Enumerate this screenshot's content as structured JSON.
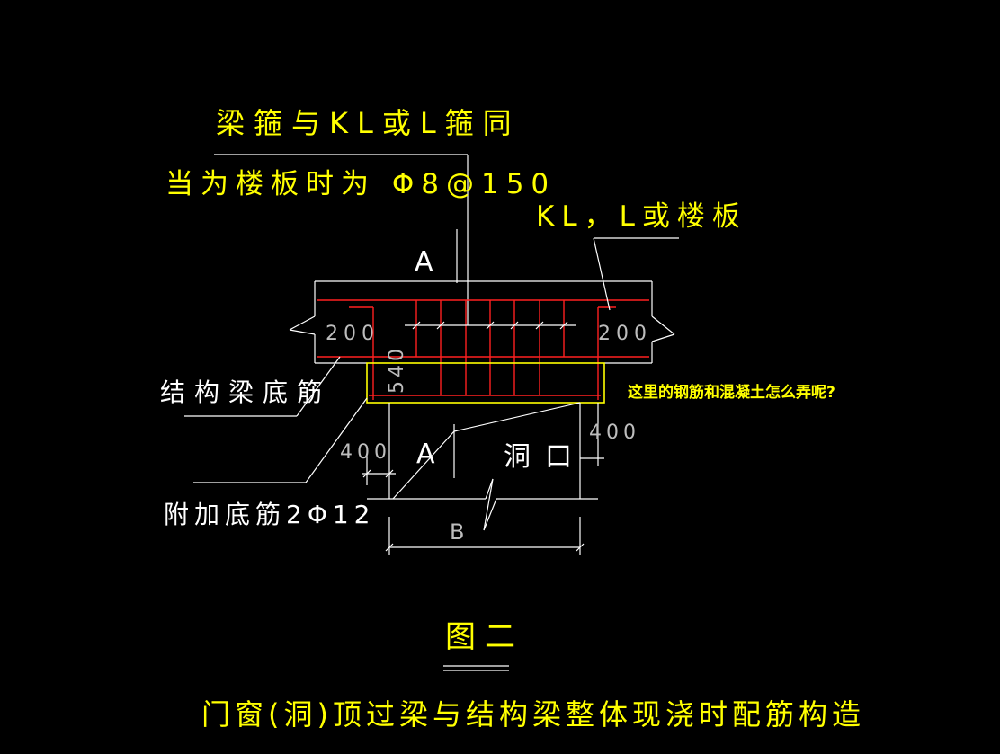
{
  "labels": {
    "stirrup_line1": "梁箍与KL或L箍同",
    "stirrup_line2": "当为楼板时为 Φ8@150",
    "kl_label": "KL，L或楼板",
    "section_a_top": "A",
    "section_a_bottom": "A",
    "dim_200_left": "200",
    "dim_200_right": "200",
    "dim_540": "540",
    "bottom_bar_label": "结构梁底筋",
    "extra_bar_label": "附加底筋2Φ12",
    "question": "这里的钢筋和混凝土怎么弄呢?",
    "opening": "洞口",
    "dim_400_left": "400",
    "dim_400_right": "400",
    "span_b": "B",
    "figure_number": "图二",
    "caption": "门窗(洞)顶过梁与结构梁整体现浇时配筋构造"
  },
  "colors": {
    "background": "#000000",
    "text_yellow": "#ffff00",
    "lines_white": "#ffffff",
    "rebar_red": "#ff2020",
    "dim_gray": "#bdbdbd"
  }
}
